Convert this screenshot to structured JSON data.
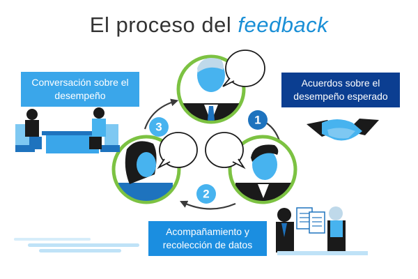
{
  "title": {
    "prefix": "El proceso del",
    "accent": "feedback"
  },
  "labels": {
    "conversation": "Conversación  sobre el desempeño",
    "agreements": "Acuerdos sobre el desempeño esperado",
    "accompaniment": "Acompañamiento y recolección de datos"
  },
  "steps": [
    "1",
    "2",
    "3"
  ],
  "colors": {
    "ring_green": "#7cc242",
    "light_blue": "#3aa6ea",
    "dark_blue": "#0b3e91",
    "mid_blue": "#1b8ee0",
    "badge_blue": "#1e73be",
    "badge_light": "#47b3ef"
  },
  "icons": [
    "person-icon",
    "speech-bubble-icon",
    "handshake-icon",
    "meeting-desk-icon",
    "document-icon",
    "arrow-icon"
  ]
}
